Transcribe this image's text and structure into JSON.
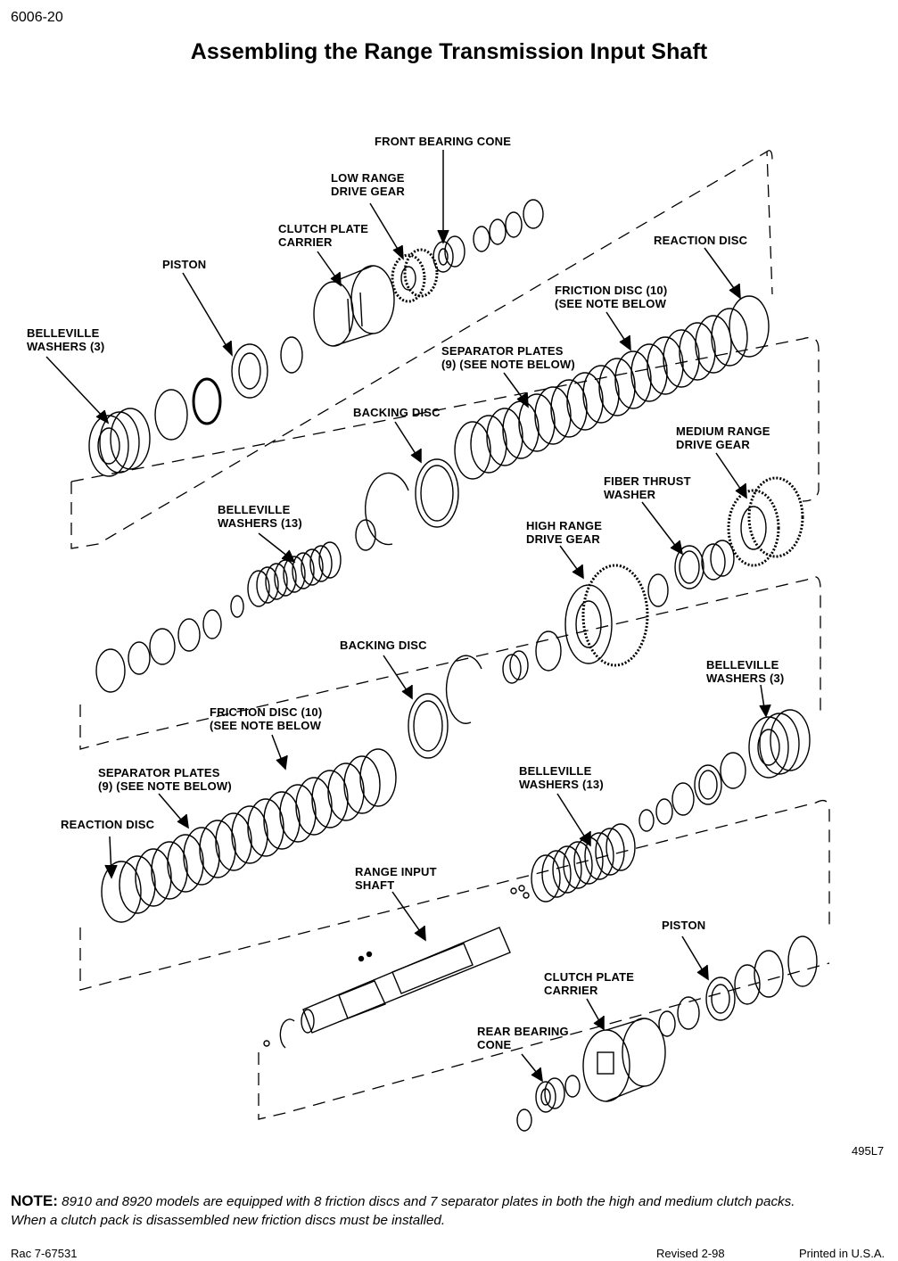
{
  "page_number": "6006-20",
  "title": "Assembling the Range Transmission Input Shaft",
  "figure_code": "495L7",
  "labels": {
    "front_bearing_cone": "FRONT BEARING CONE",
    "low_range_drive_gear": [
      "LOW RANGE",
      "DRIVE GEAR"
    ],
    "clutch_plate_carrier_1": [
      "CLUTCH PLATE",
      "CARRIER"
    ],
    "reaction_disc_1": "REACTION DISC",
    "piston_1": "PISTON",
    "friction_disc_1": [
      "FRICTION DISC (10)",
      "(SEE NOTE BELOW"
    ],
    "belleville_washers_3_1": [
      "BELLEVILLE",
      "WASHERS (3)"
    ],
    "separator_plates_1": [
      "SEPARATOR PLATES",
      "(9) (SEE NOTE BELOW)"
    ],
    "backing_disc_1": "BACKING DISC",
    "medium_range_drive_gear": [
      "MEDIUM RANGE",
      "DRIVE GEAR"
    ],
    "fiber_thrust_washer": [
      "FIBER THRUST",
      "WASHER"
    ],
    "belleville_washers_13_1": [
      "BELLEVILLE",
      "WASHERS (13)"
    ],
    "high_range_drive_gear": [
      "HIGH RANGE",
      "DRIVE GEAR"
    ],
    "backing_disc_2": "BACKING DISC",
    "belleville_washers_3_2": [
      "BELLEVILLE",
      "WASHERS (3)"
    ],
    "friction_disc_2": [
      "FRICTION DISC (10)",
      "(SEE NOTE BELOW"
    ],
    "separator_plates_2": [
      "SEPARATOR PLATES",
      "(9) (SEE NOTE BELOW)"
    ],
    "belleville_washers_13_2": [
      "BELLEVILLE",
      "WASHERS (13)"
    ],
    "reaction_disc_2": "REACTION DISC",
    "range_input_shaft": [
      "RANGE INPUT",
      "SHAFT"
    ],
    "piston_2": "PISTON",
    "clutch_plate_carrier_2": [
      "CLUTCH PLATE",
      "CARRIER"
    ],
    "rear_bearing_cone": [
      "REAR BEARING",
      "CONE"
    ]
  },
  "note": {
    "label": "NOTE:",
    "line1": "8910 and 8920 models are equipped with 8 friction discs and 7 separator plates in both the high and medium clutch packs.",
    "line2": "When a clutch pack is disassembled new friction discs must be installed."
  },
  "footer": {
    "left": "Rac 7-67531",
    "revised": "Revised 2-98",
    "printed": "Printed in U.S.A."
  }
}
